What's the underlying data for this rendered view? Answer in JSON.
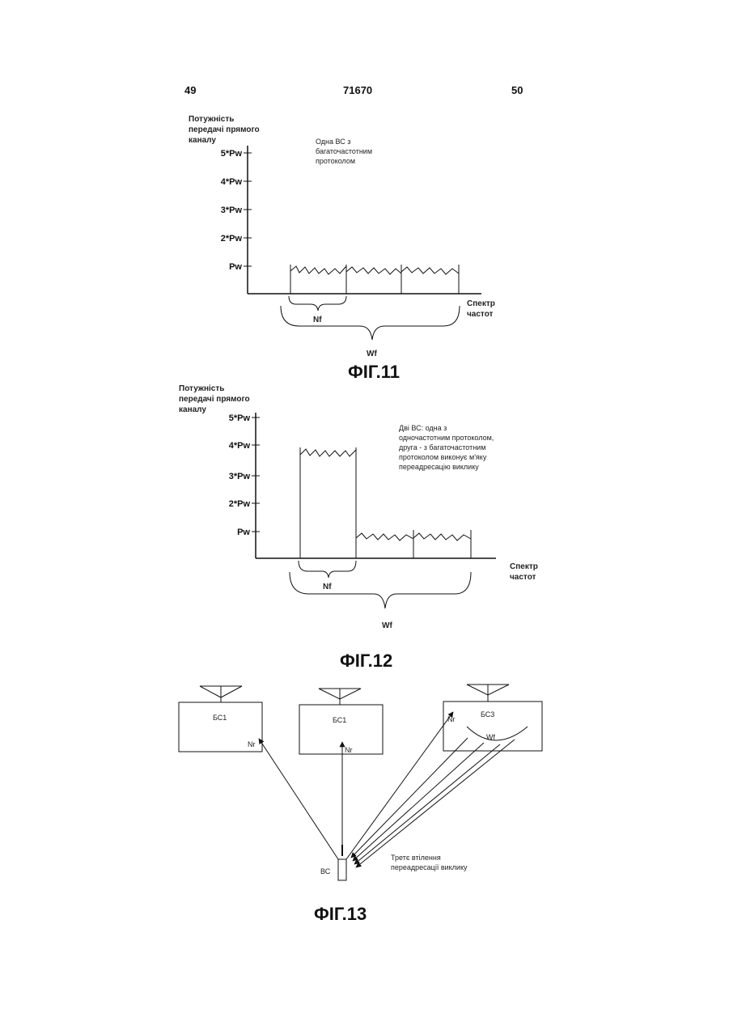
{
  "header": {
    "left_page": "49",
    "doc_number": "71670",
    "right_page": "50"
  },
  "fig11": {
    "ylabel": [
      "Потужність",
      "передачі прямого",
      "каналу"
    ],
    "ticks": [
      "5*Pw",
      "4*Pw",
      "3*Pw",
      "2*Pw",
      "Pw"
    ],
    "note": [
      "Одна ВС з",
      "багаточастотним",
      "протоколом"
    ],
    "xlabel": [
      "Спектр",
      "частот"
    ],
    "narrow_band": "Nf",
    "wide_band": "Wf",
    "caption": "ФІГ.11"
  },
  "fig12": {
    "ylabel": [
      "Потужність",
      "передачі прямого",
      "каналу"
    ],
    "ticks": [
      "5*Pw",
      "4*Pw",
      "3*Pw",
      "2*Pw",
      "Pw"
    ],
    "note": [
      "Дві ВС: одна з",
      "одночастотним протоколом,",
      "друга - з багаточастотним",
      "протоколом виконує м'яку",
      "переадресацію виклику"
    ],
    "xlabel": [
      "Спектр",
      "частот"
    ],
    "narrow_band": "Nf",
    "wide_band": "Wf",
    "caption": "ФІГ.12"
  },
  "fig13": {
    "bs1_label": "БС1",
    "bs2_label": "БС1",
    "bs3_label": "БС3",
    "nr1": "Nr",
    "nr2": "Nr",
    "nr3": "Nr",
    "wf": "Wf",
    "mobile_label": "ВС",
    "note": [
      "Третє втілення",
      "переадресації виклику"
    ],
    "caption": "ФІГ.13"
  }
}
